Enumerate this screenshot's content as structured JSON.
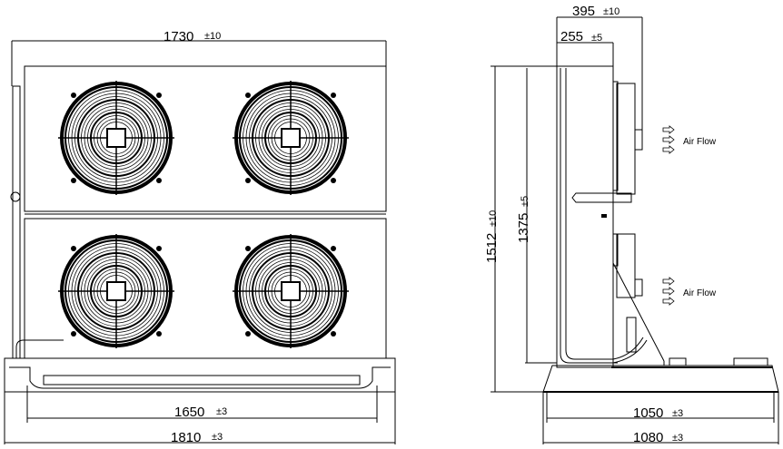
{
  "front_view": {
    "width_top": {
      "value": "1730",
      "tol": "±10"
    },
    "width_mount": {
      "value": "1650",
      "tol": "±3"
    },
    "width_base": {
      "value": "1810",
      "tol": "±3"
    },
    "fan_count": 4
  },
  "side_view": {
    "depth_total": {
      "value": "395",
      "tol": "±10"
    },
    "depth_body": {
      "value": "255",
      "tol": "±5"
    },
    "height_total": {
      "value": "1512",
      "tol": "±10"
    },
    "height_body": {
      "value": "1375",
      "tol": "±5"
    },
    "depth_mount": {
      "value": "1050",
      "tol": "±3"
    },
    "depth_base": {
      "value": "1080",
      "tol": "±3"
    },
    "airflow_label_1": "Air Flow",
    "airflow_label_2": "Air Flow"
  },
  "colors": {
    "line": "#000000",
    "background": "#ffffff"
  }
}
